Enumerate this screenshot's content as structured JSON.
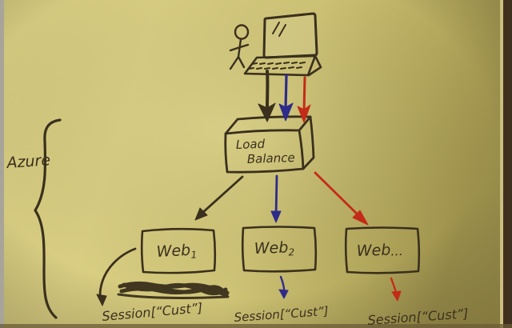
{
  "colors": {
    "note": "#d6cb7d",
    "ink": "#3a301d",
    "blue": "#2e2b8a",
    "red": "#c32b18"
  },
  "diagram": {
    "region_label": "Azure",
    "load_balancer": {
      "line1": "Load",
      "line2": "Balance"
    },
    "servers": [
      {
        "label": "Web",
        "sub": "1",
        "session": "Session[“Cust”]"
      },
      {
        "label": "Web",
        "sub": "2",
        "session": "Session[“Cust”]"
      },
      {
        "label": "Web",
        "sub": "...",
        "session": "Session[“Cust”]"
      }
    ]
  }
}
